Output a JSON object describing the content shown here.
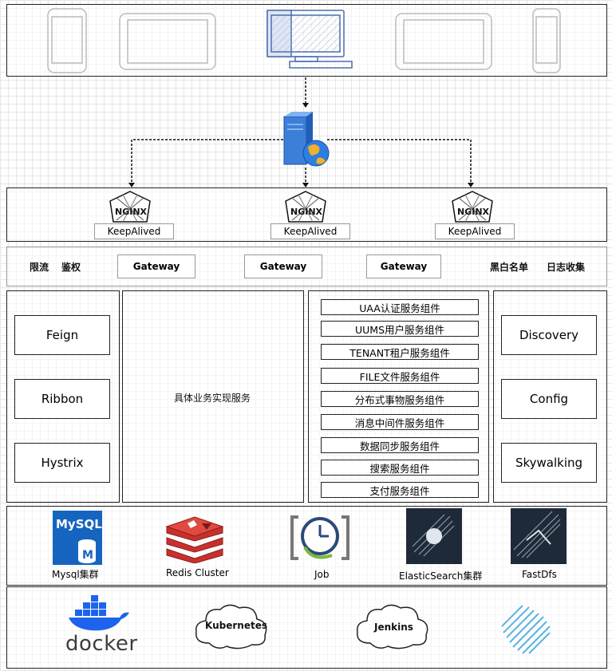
{
  "nginx": {
    "logo_text": "NGINX",
    "keepalived": [
      "KeepAlived",
      "KeepAlived",
      "KeepAlived"
    ]
  },
  "gateway_row": {
    "left_labels": [
      "限流",
      "鉴权"
    ],
    "gateways": [
      "Gateway",
      "Gateway",
      "Gateway"
    ],
    "right_labels": [
      "黑白名单",
      "日志收集"
    ]
  },
  "left_components": [
    "Feign",
    "Ribbon",
    "Hystrix"
  ],
  "business": "具体业务实现服务",
  "services": [
    "UAA认证服务组件",
    "UUMS用户服务组件",
    "TENANT租户服务组件",
    "FILE文件服务组件",
    "分布式事物服务组件",
    "消息中间件服务组件",
    "数据同步服务组件",
    "搜索服务组件",
    "支付服务组件"
  ],
  "right_components": [
    "Discovery",
    "Config",
    "Skywalking"
  ],
  "storage": {
    "mysql_logo": "MySQL",
    "labels": [
      "Mysql集群",
      "Redis Cluster",
      "Job",
      "ElasticSearch集群",
      "FastDfs"
    ]
  },
  "infra": {
    "docker": "docker",
    "kubernetes": "Kubernetes",
    "jenkins": "Jenkins"
  },
  "colors": {
    "line": "#222222",
    "client_blue": "#4a6fb0",
    "redis_red": "#c8302c",
    "docker_blue": "#1d63ed",
    "grid": "#e6e6e6"
  }
}
